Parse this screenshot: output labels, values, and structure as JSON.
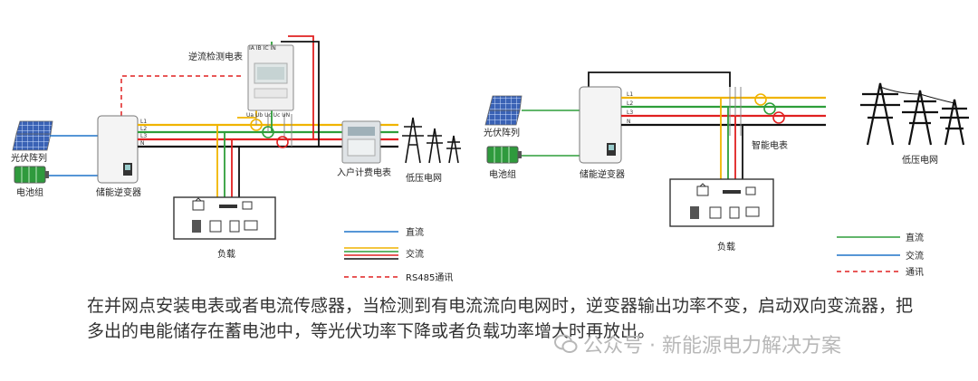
{
  "left": {
    "pv_label": "光伏阵列",
    "battery_label": "电池组",
    "inverter_label": "储能逆变器",
    "ct_meter_label": "逆流检测电表",
    "ct_meter_terminals": "IA IB IC IN",
    "ct_meter_bottom_terminals": "Ua Ub  Uc Uc  UN",
    "house_meter_label": "入户计费电表",
    "grid_label": "低压电网",
    "load_label": "负载",
    "lines": [
      "L1",
      "L2",
      "L3",
      "N"
    ]
  },
  "right": {
    "pv_label": "光伏阵列",
    "battery_label": "电池组",
    "inverter_label": "储能逆变器",
    "smart_meter_label": "智能电表",
    "grid_label": "低压电网",
    "load_label": "负载",
    "lines": [
      "L1",
      "L2",
      "L3",
      "N"
    ]
  },
  "legend_left": {
    "dc": "直流",
    "ac": "交流",
    "comm": "RS485通讯"
  },
  "legend_right": {
    "dc": "直流",
    "ac": "交流",
    "comm": "通讯"
  },
  "caption": "在并网点安装电表或者电流传感器，当检测到有电流流向电网时，逆变器输出功率不变，启动双向变流器，把多出的电能储存在蓄电池中，等光伏功率下降或者负载功率增大时再放出。",
  "watermark": "公众号 · 新能源电力解决方案",
  "colors": {
    "dc": "#1f73c8",
    "l1": "#f0b400",
    "l2": "#2e9e3a",
    "l3": "#e02020",
    "n": "#111111",
    "comm": "#e02020"
  }
}
